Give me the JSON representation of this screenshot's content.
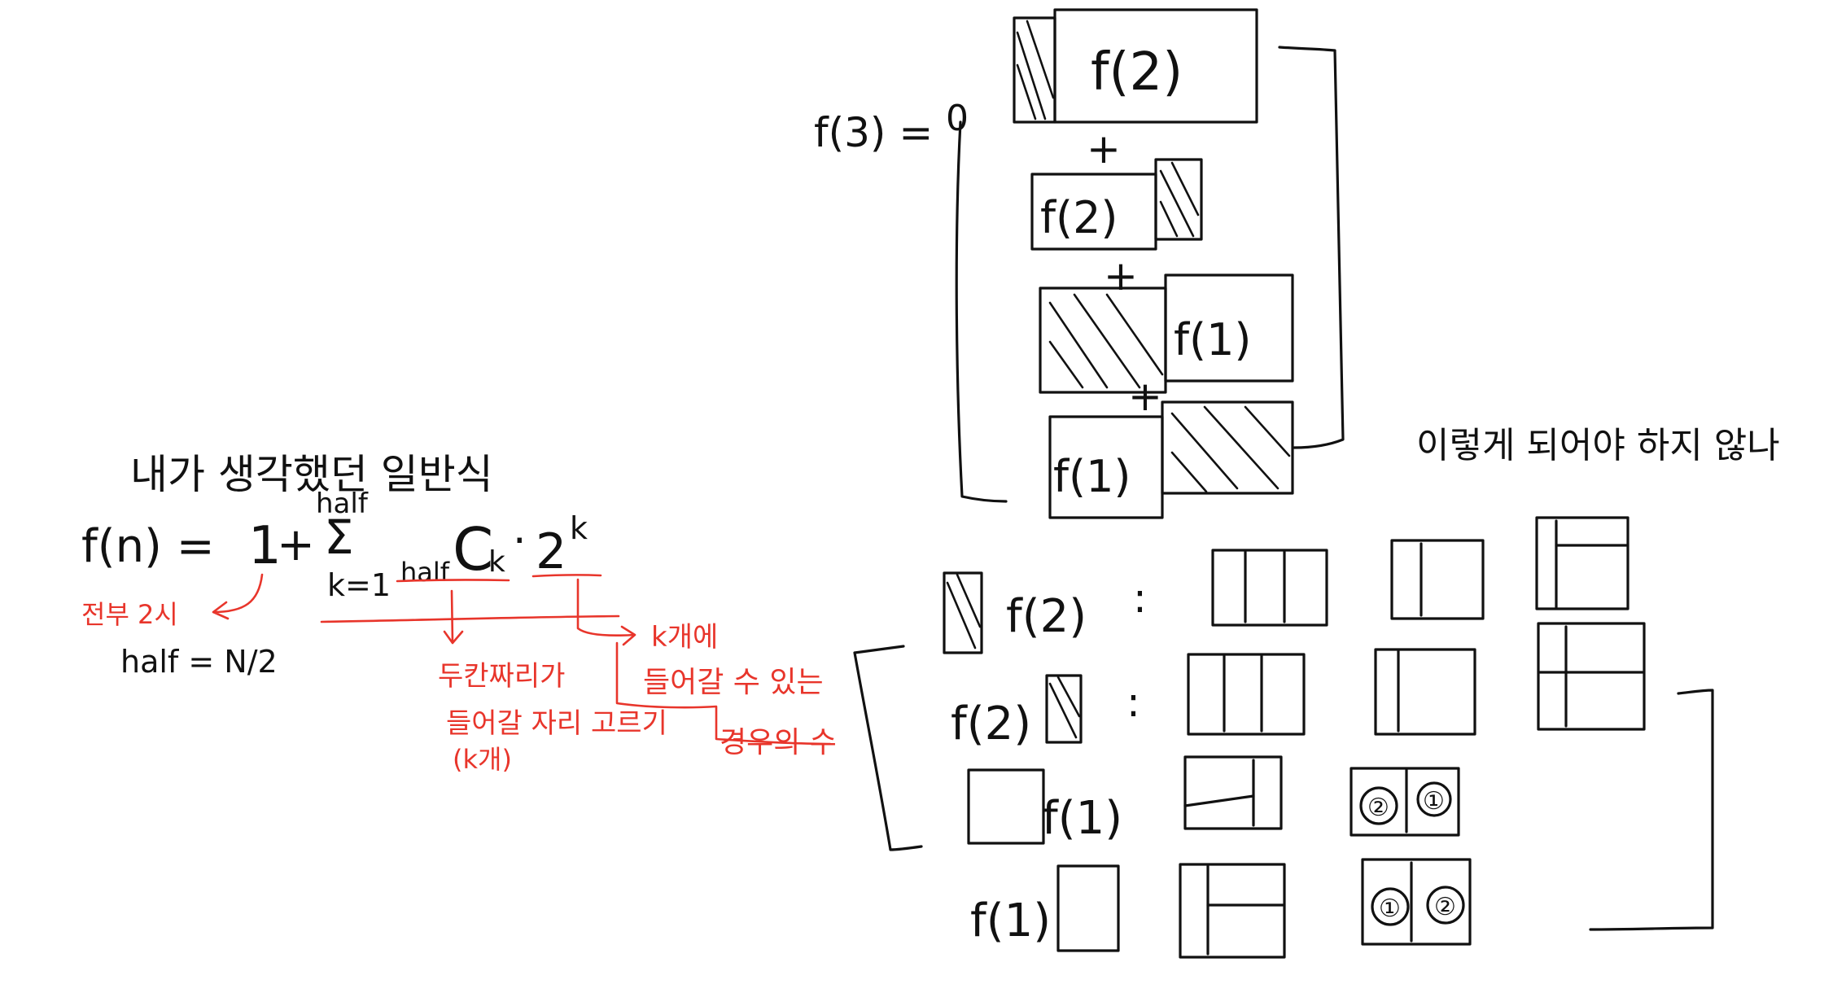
{
  "left_formula": {
    "heading": "내가 생각했던 일반식",
    "fn_left": "f(n) =",
    "one": "1",
    "plus": "+",
    "sigma": "Σ",
    "upper": "half",
    "lower": "k=1",
    "combo_sub": "half",
    "combo_c": "C",
    "combo_k": "k",
    "dot": "·",
    "power_base": "2",
    "power_exp": "k",
    "note_all": "전부 2시",
    "note_half": "half = N/2",
    "note_positions_1": "두칸짜리가",
    "note_positions_2": "들어갈 자리 고르기",
    "note_positions_3": "(k개)",
    "note_k_1": "k개에",
    "note_k_2": "들어갈 수 있는",
    "note_k_3": "경우의 수"
  },
  "top_diagram": {
    "label": "f(3) =",
    "circle": "0",
    "rows": [
      "f(2)",
      "f(2)",
      "f(1)",
      "f(1)"
    ],
    "plus": "+",
    "annotation": "이렇게 되어야 하지 않나"
  },
  "bottom_diagram": {
    "rows": [
      "f(2)",
      "f(2)",
      "f(1)",
      "f(1)"
    ],
    "colon": ":",
    "circle_labels": [
      "②",
      "①",
      "①",
      "②"
    ]
  }
}
